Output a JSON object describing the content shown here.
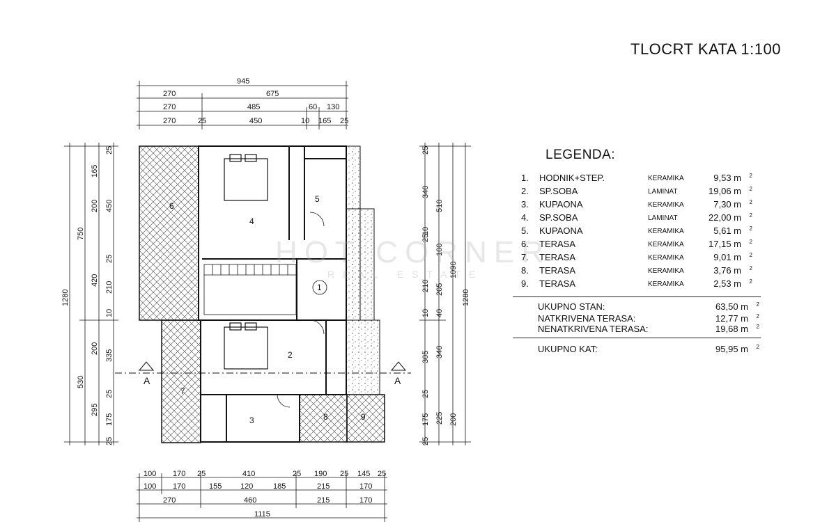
{
  "title": "TLOCRT KATA 1:100",
  "legend": {
    "heading": "LEGENDA:",
    "rooms": [
      {
        "num": "1.",
        "name": "HODNIK+STEP.",
        "material": "KERAMIKA",
        "area": "9,53 m"
      },
      {
        "num": "2.",
        "name": "SP.SOBA",
        "material": "LAMINAT",
        "area": "19,06 m"
      },
      {
        "num": "3.",
        "name": "KUPAONA",
        "material": "KERAMIKA",
        "area": "7,30 m"
      },
      {
        "num": "4.",
        "name": "SP.SOBA",
        "material": "LAMINAT",
        "area": "22,00 m"
      },
      {
        "num": "5.",
        "name": "KUPAONA",
        "material": "KERAMIKA",
        "area": "5,61 m"
      },
      {
        "num": "6.",
        "name": "TERASA",
        "material": "KERAMIKA",
        "area": "17,15 m"
      },
      {
        "num": "7.",
        "name": "TERASA",
        "material": "KERAMIKA",
        "area": "9,01 m"
      },
      {
        "num": "8.",
        "name": "TERASA",
        "material": "KERAMIKA",
        "area": "3,76 m"
      },
      {
        "num": "9.",
        "name": "TERASA",
        "material": "KERAMIKA",
        "area": "2,53 m"
      }
    ],
    "unit_exponent": "2",
    "totals": [
      {
        "label": "UKUPNO STAN:",
        "area": "63,50 m"
      },
      {
        "label": "NATKRIVENA TERASA:",
        "area": "12,77 m"
      },
      {
        "label": "NENATKRIVENA TERASA:",
        "area": "19,68 m"
      }
    ],
    "grand_total": {
      "label": "UKUPNO KAT:",
      "area": "95,95 m"
    }
  },
  "dimensions": {
    "top": [
      "945",
      "270",
      "675",
      "270",
      "485",
      "60",
      "130",
      "270",
      "25",
      "450",
      "10",
      "165",
      "25"
    ],
    "bottom": [
      "100",
      "170",
      "25",
      "410",
      "25",
      "190",
      "25",
      "145",
      "25",
      "100",
      "170",
      "155",
      "120",
      "185",
      "215",
      "170",
      "270",
      "460",
      "215",
      "170",
      "1115"
    ],
    "left": [
      "1280",
      "750",
      "530",
      "165",
      "450",
      "25",
      "420",
      "10",
      "335",
      "25",
      "295",
      "175",
      "25",
      "200",
      "210",
      "200",
      "25"
    ],
    "right": [
      "25",
      "340",
      "25",
      "10",
      "100",
      "210",
      "10",
      "40",
      "340",
      "25",
      "175",
      "25",
      "510",
      "205",
      "305",
      "225",
      "200",
      "1090",
      "1280"
    ]
  },
  "room_labels": [
    "1",
    "2",
    "3",
    "4",
    "5",
    "6",
    "7",
    "8",
    "9"
  ],
  "section_mark": "A",
  "watermark": {
    "line1": "HOT CORNER",
    "line2": "REAL ESTATE"
  }
}
